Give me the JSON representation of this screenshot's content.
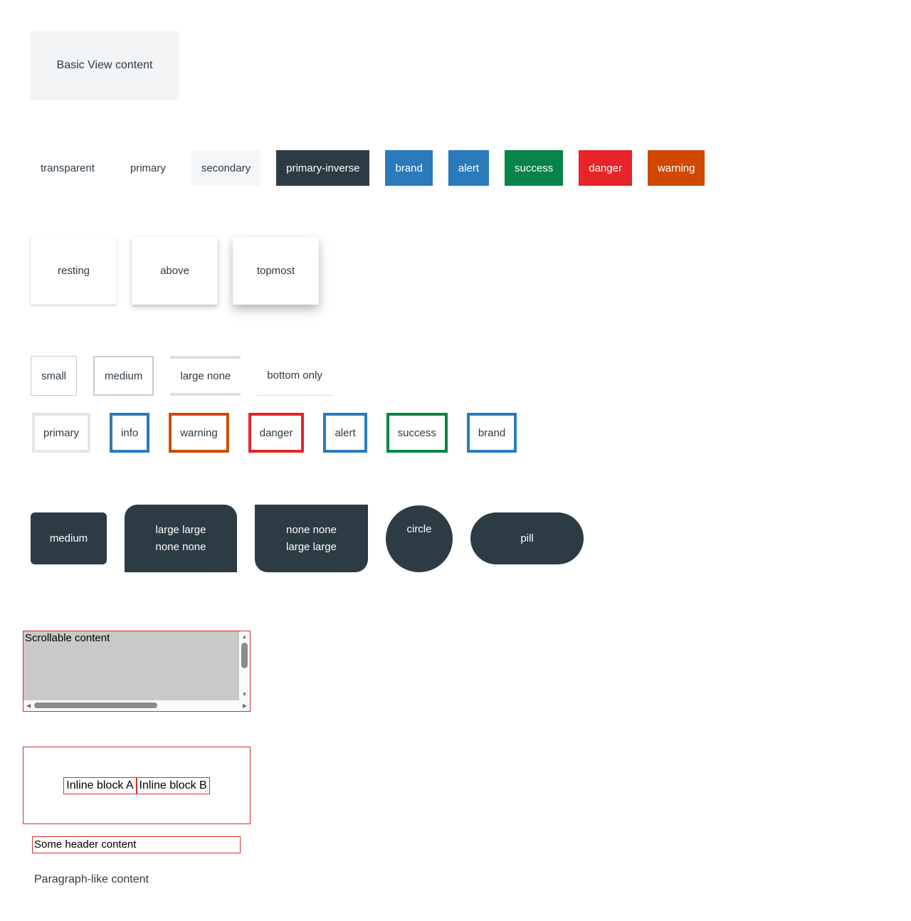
{
  "colors": {
    "text_dark": "#2D3B45",
    "text_light": "#FFFFFF",
    "dark_bg": "#2D3B45",
    "basic_bg": "#F2F4F5",
    "debug_border": "#DB2B2B",
    "scroll_content_bg": "#C9C9C9"
  },
  "basic": {
    "label": "Basic View content"
  },
  "backgrounds": {
    "items": [
      {
        "label": "transparent",
        "bg": "transparent",
        "fg": "#2D3B45"
      },
      {
        "label": "primary",
        "bg": "#FFFFFF",
        "fg": "#2D3B45"
      },
      {
        "label": "secondary",
        "bg": "#F5F6F7",
        "fg": "#2D3B45"
      },
      {
        "label": "primary-inverse",
        "bg": "#2D3B45",
        "fg": "#FFFFFF"
      },
      {
        "label": "brand",
        "bg": "#2B7ABC",
        "fg": "#FFFFFF"
      },
      {
        "label": "alert",
        "bg": "#2B7ABC",
        "fg": "#FFFFFF"
      },
      {
        "label": "success",
        "bg": "#068447",
        "fg": "#FFFFFF"
      },
      {
        "label": "danger",
        "bg": "#E62429",
        "fg": "#FFFFFF"
      },
      {
        "label": "warning",
        "bg": "#CF4A00",
        "fg": "#FFFFFF"
      }
    ]
  },
  "shadows": {
    "items": [
      {
        "label": "resting"
      },
      {
        "label": "above"
      },
      {
        "label": "topmost"
      }
    ]
  },
  "borders": {
    "items": [
      {
        "label": "small"
      },
      {
        "label": "medium"
      },
      {
        "label": "large none"
      },
      {
        "label": "bottom only"
      }
    ]
  },
  "border_colors": {
    "items": [
      {
        "label": "primary",
        "color": "#E3E6E8"
      },
      {
        "label": "info",
        "color": "#2B7ABC"
      },
      {
        "label": "warning",
        "color": "#CF4A00"
      },
      {
        "label": "danger",
        "color": "#E62429"
      },
      {
        "label": "alert",
        "color": "#2B7ABC"
      },
      {
        "label": "success",
        "color": "#068447"
      },
      {
        "label": "brand",
        "color": "#2B7ABC"
      }
    ]
  },
  "border_radii": {
    "items": [
      {
        "label": "medium"
      },
      {
        "label": "large large\nnone none"
      },
      {
        "label": "none none\nlarge large"
      },
      {
        "label": "circle"
      },
      {
        "label": "pill"
      }
    ]
  },
  "scrollable": {
    "content": "Scrollable content",
    "icons": {
      "up": "▲",
      "down": "▼",
      "left": "◀",
      "right": "▶"
    }
  },
  "inline_blocks": {
    "a": "Inline block A",
    "b": "Inline block B"
  },
  "header": {
    "label": "Some header content"
  },
  "paragraph": {
    "label": "Paragraph-like content"
  }
}
